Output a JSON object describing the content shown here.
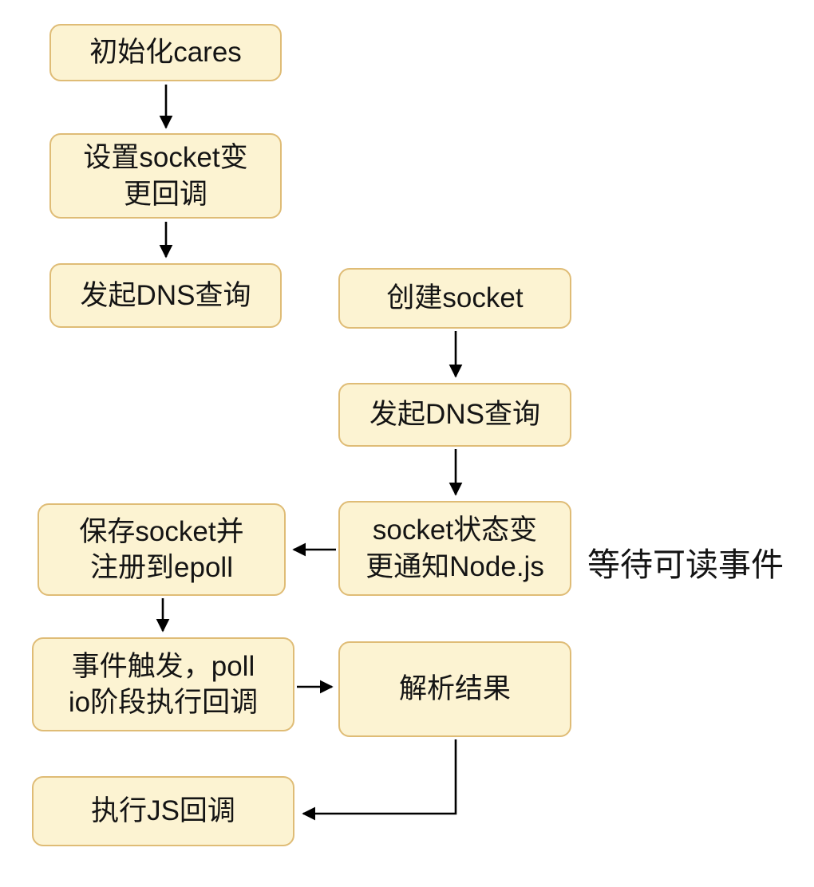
{
  "colors": {
    "node_fill": "#FCF3D2",
    "node_border": "#DFBC76",
    "arrow": "#000000",
    "text": "#141414"
  },
  "nodes": [
    {
      "id": "init-cares",
      "label": "初始化cares"
    },
    {
      "id": "set-socket-change-callback",
      "label": "设置socket变\n更回调"
    },
    {
      "id": "start-dns-query-cares",
      "label": "发起DNS查询"
    },
    {
      "id": "create-socket",
      "label": "创建socket"
    },
    {
      "id": "start-dns-query-socket",
      "label": "发起DNS查询"
    },
    {
      "id": "socket-state-change-notify-nodejs",
      "label": "socket状态变\n更通知Node.js"
    },
    {
      "id": "save-socket-register-epoll",
      "label": "保存socket并\n注册到epoll"
    },
    {
      "id": "event-trigger-poll-io-callback",
      "label": "事件触发，poll\nio阶段执行回调"
    },
    {
      "id": "parse-result",
      "label": "解析结果"
    },
    {
      "id": "run-js-callback",
      "label": "执行JS回调"
    }
  ],
  "annotation": {
    "label": "等待可读事件"
  },
  "edges": [
    {
      "from": "init-cares",
      "to": "set-socket-change-callback"
    },
    {
      "from": "set-socket-change-callback",
      "to": "start-dns-query-cares"
    },
    {
      "from": "create-socket",
      "to": "start-dns-query-socket"
    },
    {
      "from": "start-dns-query-socket",
      "to": "socket-state-change-notify-nodejs"
    },
    {
      "from": "socket-state-change-notify-nodejs",
      "to": "save-socket-register-epoll"
    },
    {
      "from": "save-socket-register-epoll",
      "to": "event-trigger-poll-io-callback"
    },
    {
      "from": "event-trigger-poll-io-callback",
      "to": "parse-result"
    },
    {
      "from": "parse-result",
      "to": "run-js-callback"
    }
  ]
}
